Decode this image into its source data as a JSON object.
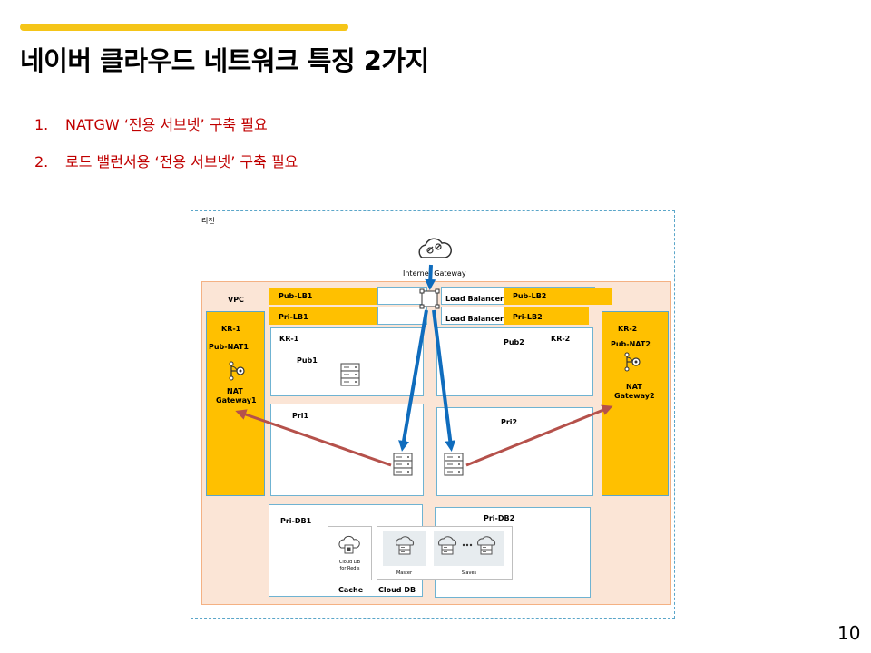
{
  "slide": {
    "title": "네이버 클라우드 네트워크 특징 2가지",
    "page_number": "10",
    "accent_color": "#F5C518",
    "point_color": "#C00000",
    "points": [
      {
        "num": "1.",
        "text": "NATGW ‘전용 서브넷’ 구축 필요"
      },
      {
        "num": "2.",
        "text": "로드 밸런서용 ‘전용 서브넷’ 구축 필요"
      }
    ]
  },
  "diagram": {
    "region_label": "리전",
    "igw_label": "Internet Gateway",
    "vpc_label": "VPC",
    "lb_label_1": "Load Balancer",
    "lb_label_2": "Load Balancer",
    "pub_lb1": "Pub-LB1",
    "pri_lb1": "Pri-LB1",
    "pub_lb2": "Pub-LB2",
    "pri_lb2": "Pri-LB2",
    "left_zone": {
      "kr": "KR-1",
      "subnet": "Pub-NAT1",
      "nat_line1": "NAT",
      "nat_line2": "Gateway1"
    },
    "right_zone": {
      "kr": "KR-2",
      "subnet": "Pub-NAT2",
      "nat_line1": "NAT",
      "nat_line2": "Gateway2"
    },
    "kr1": "KR-1",
    "kr2": "KR-2",
    "pub1": "Pub1",
    "pub2": "Pub2",
    "pri1": "Pri1",
    "pri2": "Pri2",
    "pridb1": "Pri-DB1",
    "pridb2": "Pri-DB2",
    "redis_line1": "Cloud DB",
    "redis_line2": "for Redis",
    "master": "Master",
    "slaves": "Slaves",
    "cache": "Cache",
    "clouddb": "Cloud DB",
    "colors": {
      "nat_zone": "#FFC000",
      "vpc_fill": "#FBE5D6",
      "subnet_border": "#6FB3D2",
      "traffic_arrow": "#0F6CBD",
      "nat_arrow": "#B5514B"
    }
  }
}
